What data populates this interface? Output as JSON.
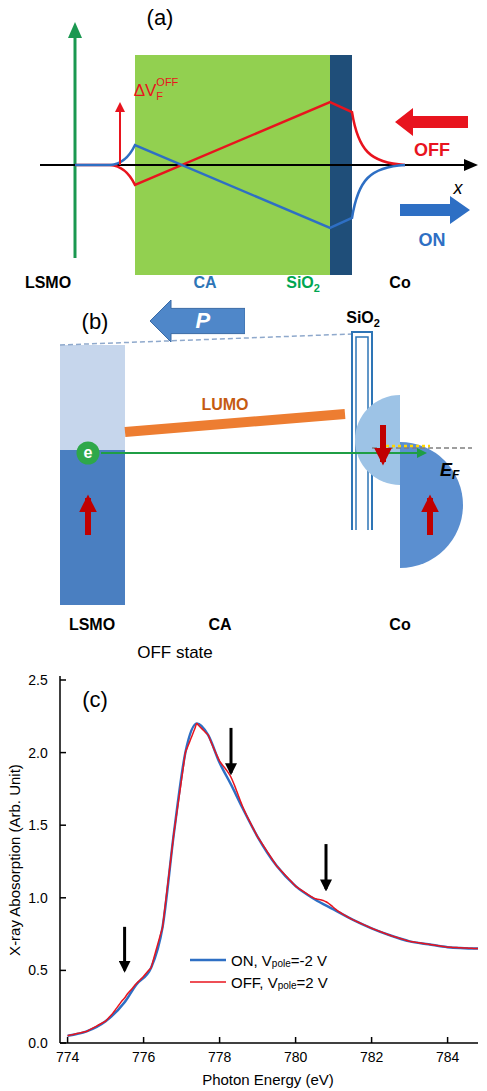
{
  "diagram": {
    "nodes": [
      {
        "text": [
          "P"
        ]
      },
      {
        "text": [
          "e"
        ]
      }
    ],
    "labels": [
      "(a)",
      "ΔV",
      "F",
      "OFF",
      "OFF",
      "ON",
      "x",
      "LSMO",
      "CA",
      "SiO",
      "2",
      "Co",
      "(b)",
      "SiO",
      "2",
      "LUMO",
      "E",
      "F",
      "LSMO",
      "CA",
      "Co",
      "OFF state",
      "(c)",
      "0.0",
      "0.5",
      "1.0",
      "1.5",
      "2.0",
      "2.5",
      "774",
      "776",
      "778",
      "780",
      "782",
      "784",
      "X-ray Abosorption (Arb. Unit)",
      "Photon Energy (eV)",
      "ON, V",
      "pole",
      "=-2 V",
      "OFF, V",
      "pole",
      "=2 V"
    ]
  }
}
